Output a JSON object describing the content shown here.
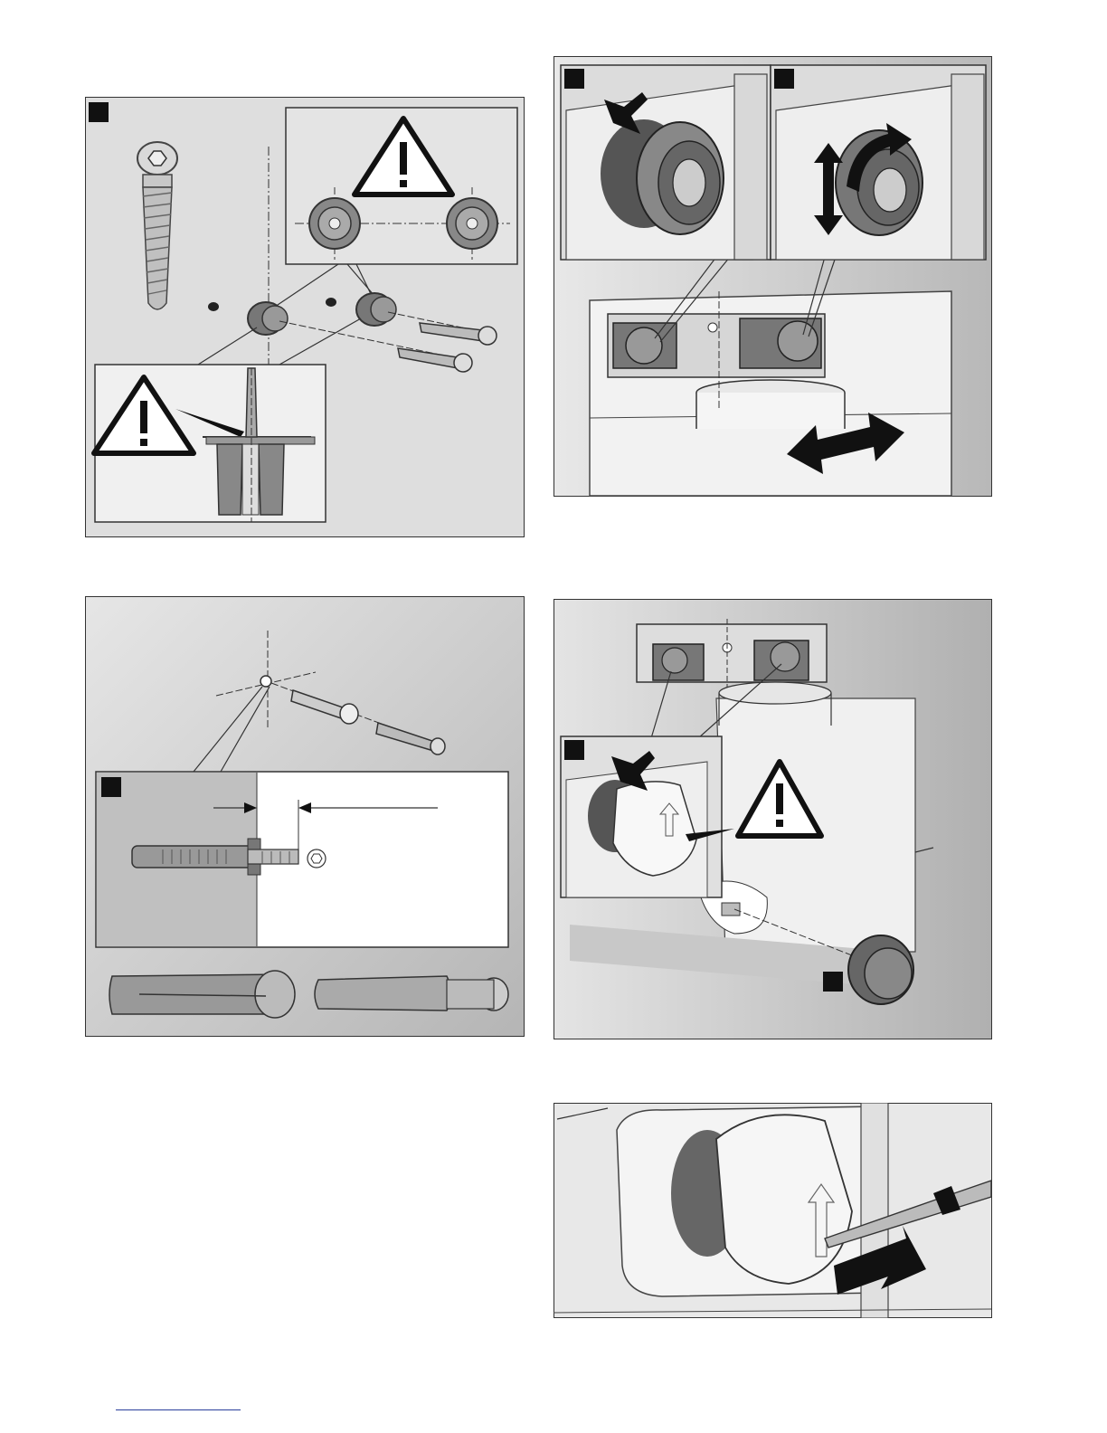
{
  "page": {
    "description_labels": [],
    "colors": {
      "panel_bg": "#dcdcdc",
      "frame": "#333333",
      "metal": "#8a8a8a",
      "dark": "#1a1a1a",
      "light": "#f2f2f2"
    }
  },
  "figures": [
    {
      "id": "fig-wall-screws",
      "step_markers": 1,
      "icons": [
        "torx-screw-icon",
        "warning-icon",
        "warning-icon"
      ]
    },
    {
      "id": "fig-hose-connectors",
      "step_markers": 2,
      "icons": [
        "push-arrow-icon",
        "rotate-arrow-icon",
        "double-arrow-icon"
      ]
    },
    {
      "id": "fig-anchor-bolt",
      "step_markers": 1,
      "icons": [
        "dimension-arrow-icon",
        "torx-head-icon"
      ]
    },
    {
      "id": "fig-cap-fitting",
      "step_markers": 2,
      "icons": [
        "push-arrow-icon",
        "warning-icon",
        "knob-icon"
      ]
    },
    {
      "id": "fig-cap-removal",
      "step_markers": 0,
      "icons": [
        "pull-arrow-icon",
        "screwdriver-icon"
      ]
    }
  ]
}
